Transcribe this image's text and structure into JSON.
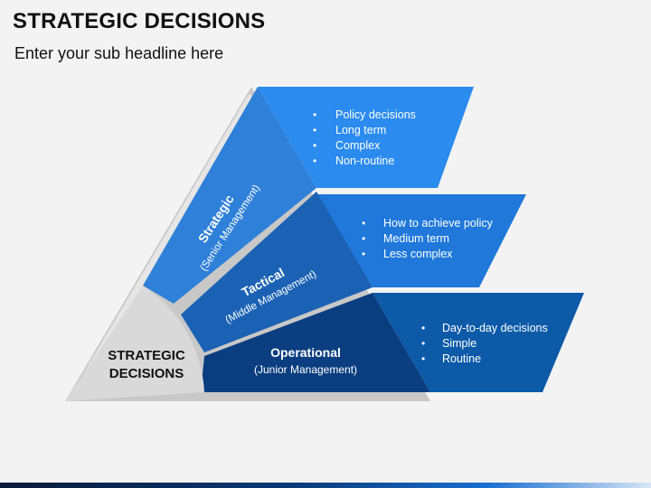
{
  "title": "STRATEGIC DECISIONS",
  "subtitle": "Enter your sub headline here",
  "core": {
    "line1": "STRATEGIC",
    "line2": "DECISIONS"
  },
  "tiers": [
    {
      "name": "Strategic",
      "level": "(Senior Management)",
      "bullets": [
        "Policy decisions",
        "Long term",
        "Complex",
        "Non-routine"
      ]
    },
    {
      "name": "Tactical",
      "level": "(Middle Management)",
      "bullets": [
        "How to achieve policy",
        "Medium term",
        "Less complex"
      ]
    },
    {
      "name": "Operational",
      "level": "(Junior Management)",
      "bullets": [
        "Day-to-day decisions",
        "Simple",
        "Routine"
      ]
    }
  ],
  "colors": {
    "strategic": "#2f80d8",
    "strategic_panel": "#2b8bee",
    "tactical": "#1c62b4",
    "tactical_panel": "#1f78da",
    "operational": "#0b3e80",
    "operational_panel": "#0c5aa8",
    "core_gray": "#d9d9d9",
    "pyramid_gray": "#c8c8c8"
  }
}
